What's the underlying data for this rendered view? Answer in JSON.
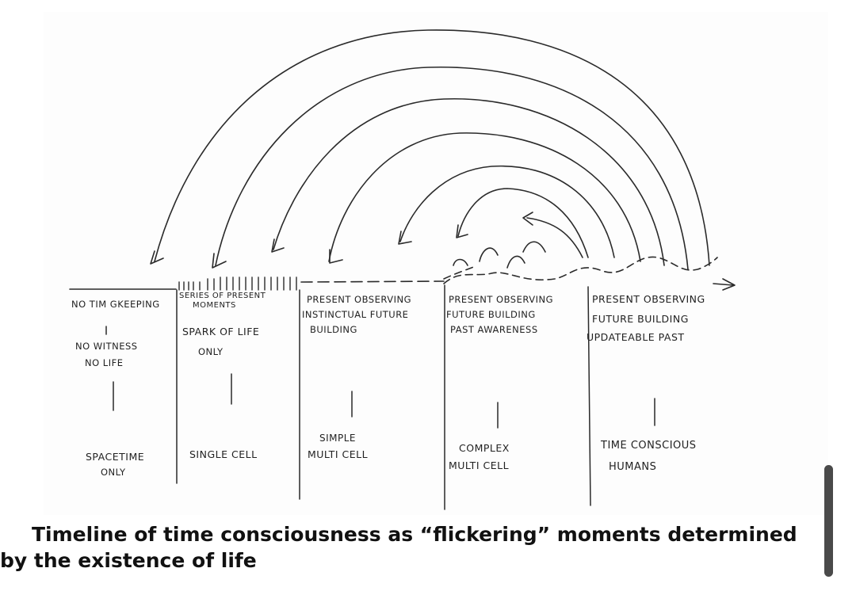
{
  "columns": [
    {
      "header": [
        "NO TIM GKEEPING"
      ],
      "sub": [
        "NO WITNESS",
        "NO LIFE"
      ],
      "bottom": [
        "SPACETIME",
        "ONLY"
      ]
    },
    {
      "header": [
        "SERIES OF PRESENT",
        "MOMENTS"
      ],
      "sub": [
        "SPARK OF LIFE",
        "ONLY"
      ],
      "bottom": [
        "SINGLE CELL"
      ]
    },
    {
      "header": [
        "PRESENT OBSERVING",
        "INSTINCTUAL FUTURE",
        "BUILDING"
      ],
      "sub": [],
      "bottom": [
        "SIMPLE",
        "MULTI CELL"
      ]
    },
    {
      "header": [
        "PRESENT OBSERVING",
        "FUTURE BUILDING",
        "PAST AWARENESS"
      ],
      "sub": [],
      "bottom": [
        "COMPLEX",
        "MULTI CELL"
      ]
    },
    {
      "header": [
        "PRESENT OBSERVING",
        "FUTURE BUILDING",
        "UPDATEABLE PAST"
      ],
      "sub": [],
      "bottom": [
        "TIME CONSCIOUS",
        "HUMANS"
      ]
    }
  ],
  "caption": "Timeline of time consciousness as “flickering” moments determined by the existence of life"
}
